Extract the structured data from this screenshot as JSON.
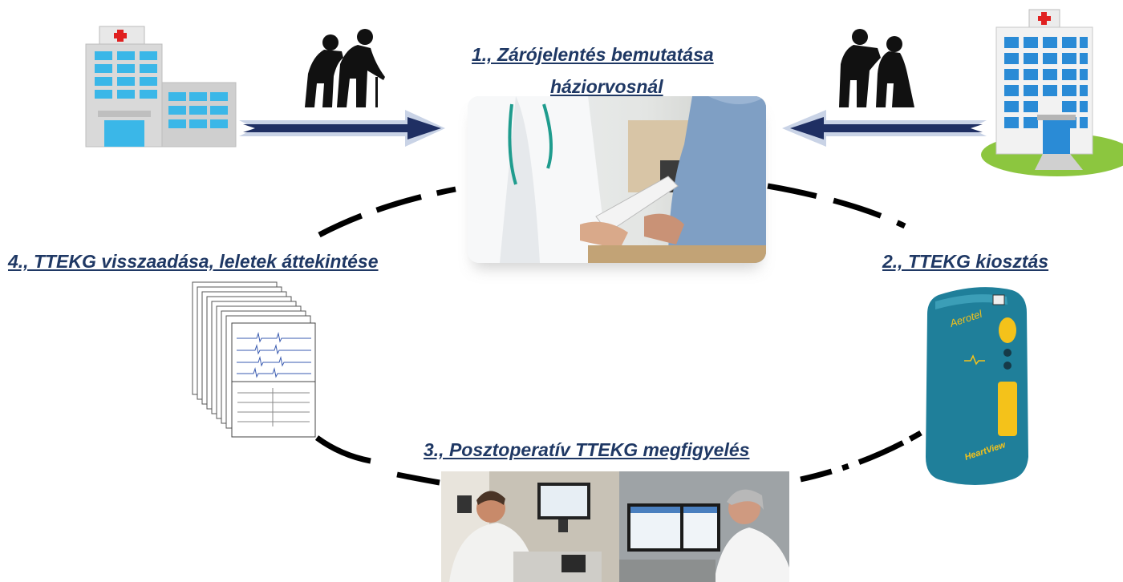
{
  "steps": {
    "step1_line1": "1., Zárójelentés bemutatása",
    "step1_line2": "háziorvosnál",
    "step2": "2., TTEKG kiosztás",
    "step3": "3., Posztoperatív TTEKG megfigyelés",
    "step4": "4., TTEKG visszaadása, leletek áttekintése"
  },
  "device": {
    "brand": "Aerotel",
    "model": "HeartView"
  },
  "colors": {
    "label": "#1f3864",
    "arrow": "#1f2f63",
    "device": "#1f7f9a",
    "device_button": "#f4c21a",
    "hospital_blue": "#2a8bd6",
    "red_cross": "#e02020"
  }
}
